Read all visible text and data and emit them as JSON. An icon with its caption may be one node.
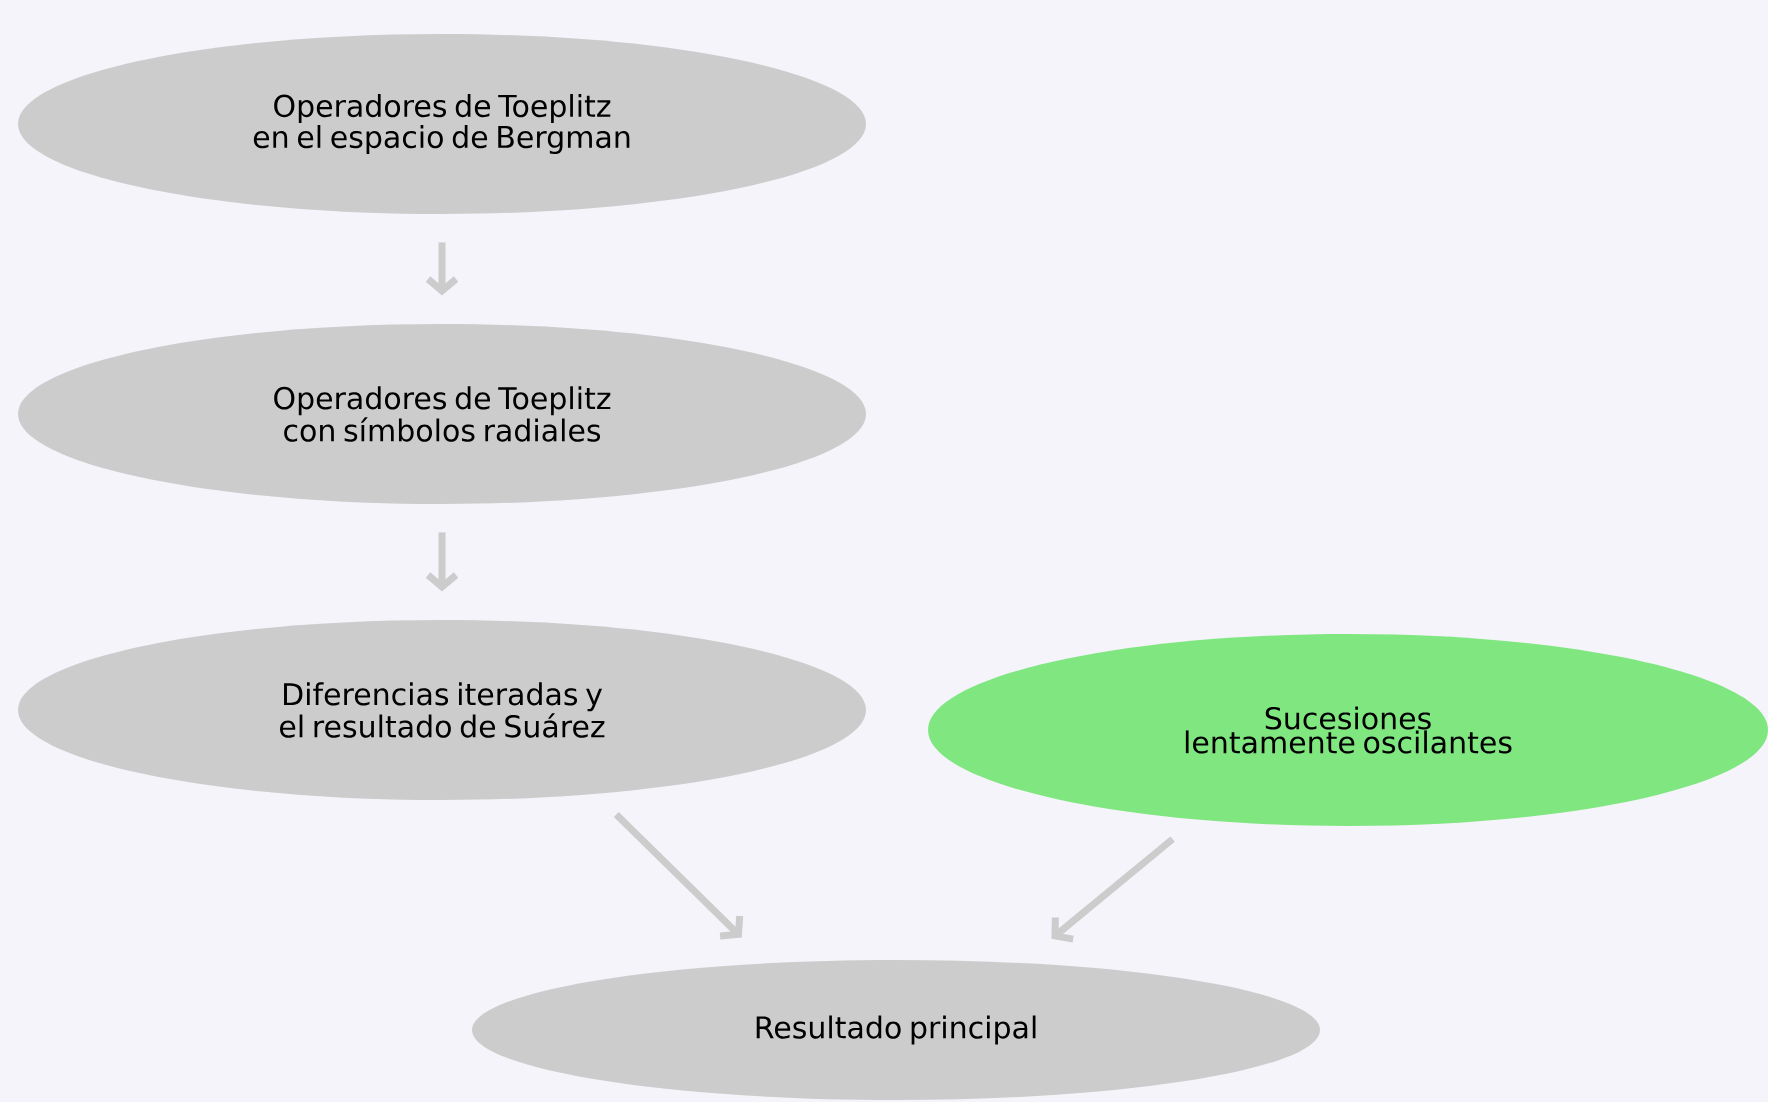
{
  "diagram": {
    "nodes": [
      {
        "text": [
          "Operadores de Toeplitz en el espacio de Bergman"
        ]
      },
      {
        "text": [
          "Operadores de Toeplitz con símbolos radiales"
        ]
      },
      {
        "text": [
          "Diferencias iteradas y el resultado de Suárez"
        ]
      },
      {
        "text": [
          "Sucesiones lentamente oscilantes"
        ]
      },
      {
        "text": [
          "Resultado principal"
        ]
      }
    ],
    "edges": [
      {
        "from": 0,
        "to": 1,
        "arrow": "to"
      },
      {
        "from": 1,
        "to": 2,
        "arrow": "to"
      },
      {
        "from": 2,
        "to": 4,
        "arrow": "to"
      },
      {
        "from": 3,
        "to": 4,
        "arrow": "to"
      }
    ]
  }
}
